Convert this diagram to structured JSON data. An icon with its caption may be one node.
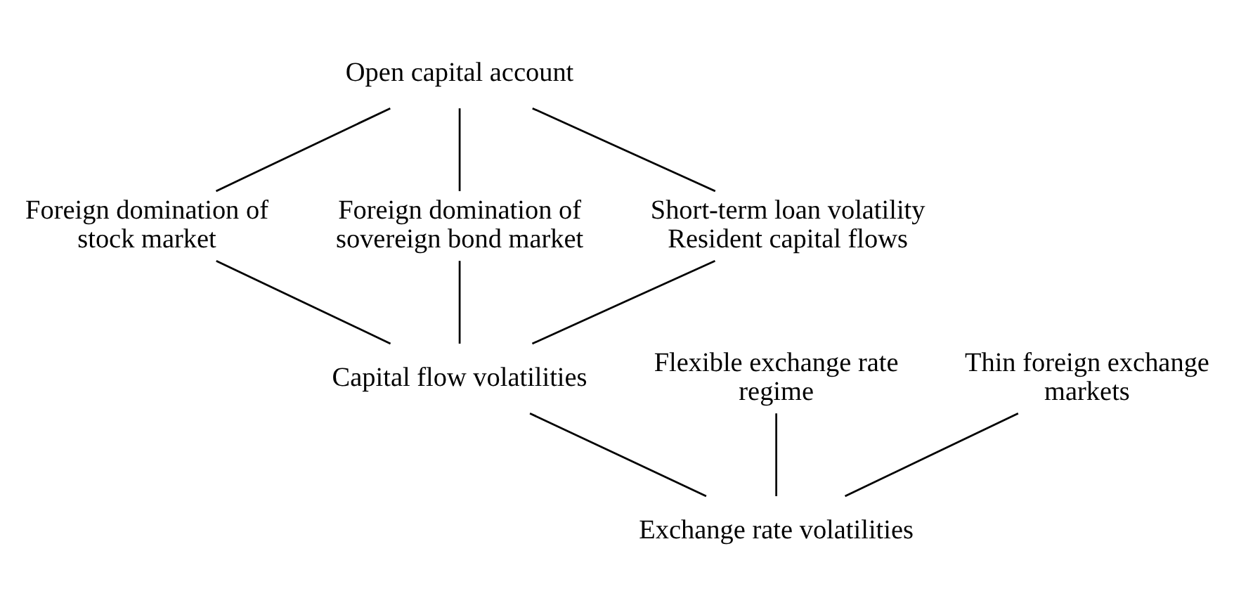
{
  "diagram": {
    "nodes": [
      {
        "text": [
          "Open capital account"
        ]
      },
      {
        "text": [
          "Foreign domination of stock market"
        ]
      },
      {
        "text": [
          "Foreign domination of sovereign bond market"
        ]
      },
      {
        "text": [
          "Short-term loan volatility",
          "Resident capital flows"
        ]
      },
      {
        "text": [
          "Capital flow volatilities"
        ]
      },
      {
        "text": [
          "Flexible exchange rate regime"
        ]
      },
      {
        "text": [
          "Thin foreign exchange markets"
        ]
      },
      {
        "text": [
          "Exchange rate volatilities"
        ]
      }
    ],
    "edges": [
      {
        "from": 0,
        "to": 1,
        "arrow": "none"
      },
      {
        "from": 0,
        "to": 2,
        "arrow": "none"
      },
      {
        "from": 0,
        "to": 3,
        "arrow": "none"
      },
      {
        "from": 1,
        "to": 4,
        "arrow": "none"
      },
      {
        "from": 2,
        "to": 4,
        "arrow": "none"
      },
      {
        "from": 3,
        "to": 4,
        "arrow": "none"
      },
      {
        "from": 5,
        "to": 7,
        "arrow": "none"
      },
      {
        "from": 4,
        "to": 7,
        "arrow": "none"
      },
      {
        "from": 6,
        "to": 7,
        "arrow": "none"
      }
    ]
  }
}
